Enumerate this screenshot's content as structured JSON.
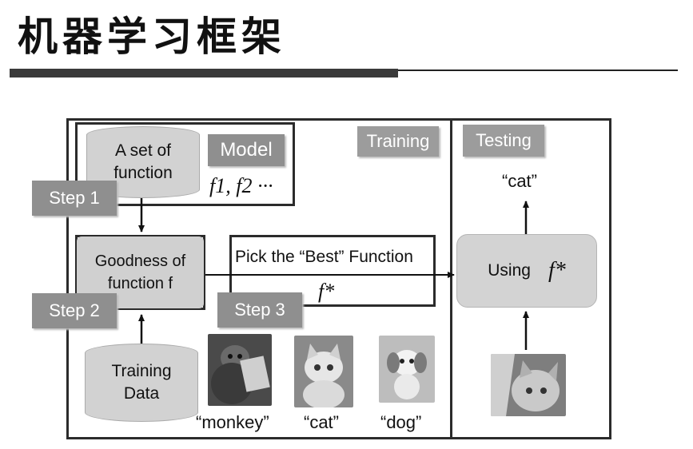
{
  "header": {
    "title": "机器学习框架"
  },
  "diagram": {
    "model_label": "Model",
    "training_label": "Training",
    "testing_label": "Testing",
    "step1_label": "Step 1",
    "step2_label": "Step 2",
    "step3_label": "Step 3",
    "function_set_text": "A set of function",
    "function_set_math": "f1, f2 ···",
    "goodness_text": "Goodness of function f",
    "pick_best_text": "Pick the “Best” Function",
    "f_star": "f*",
    "training_data_text": "Training Data",
    "using_text": "Using",
    "output_label": "“cat”",
    "sample_labels": [
      "“monkey”",
      "“cat”",
      "“dog”"
    ]
  },
  "colors": {
    "tag_gray": "#8f8f8f",
    "box_fill": "#d2d2d2",
    "border": "#2b2b2b"
  }
}
